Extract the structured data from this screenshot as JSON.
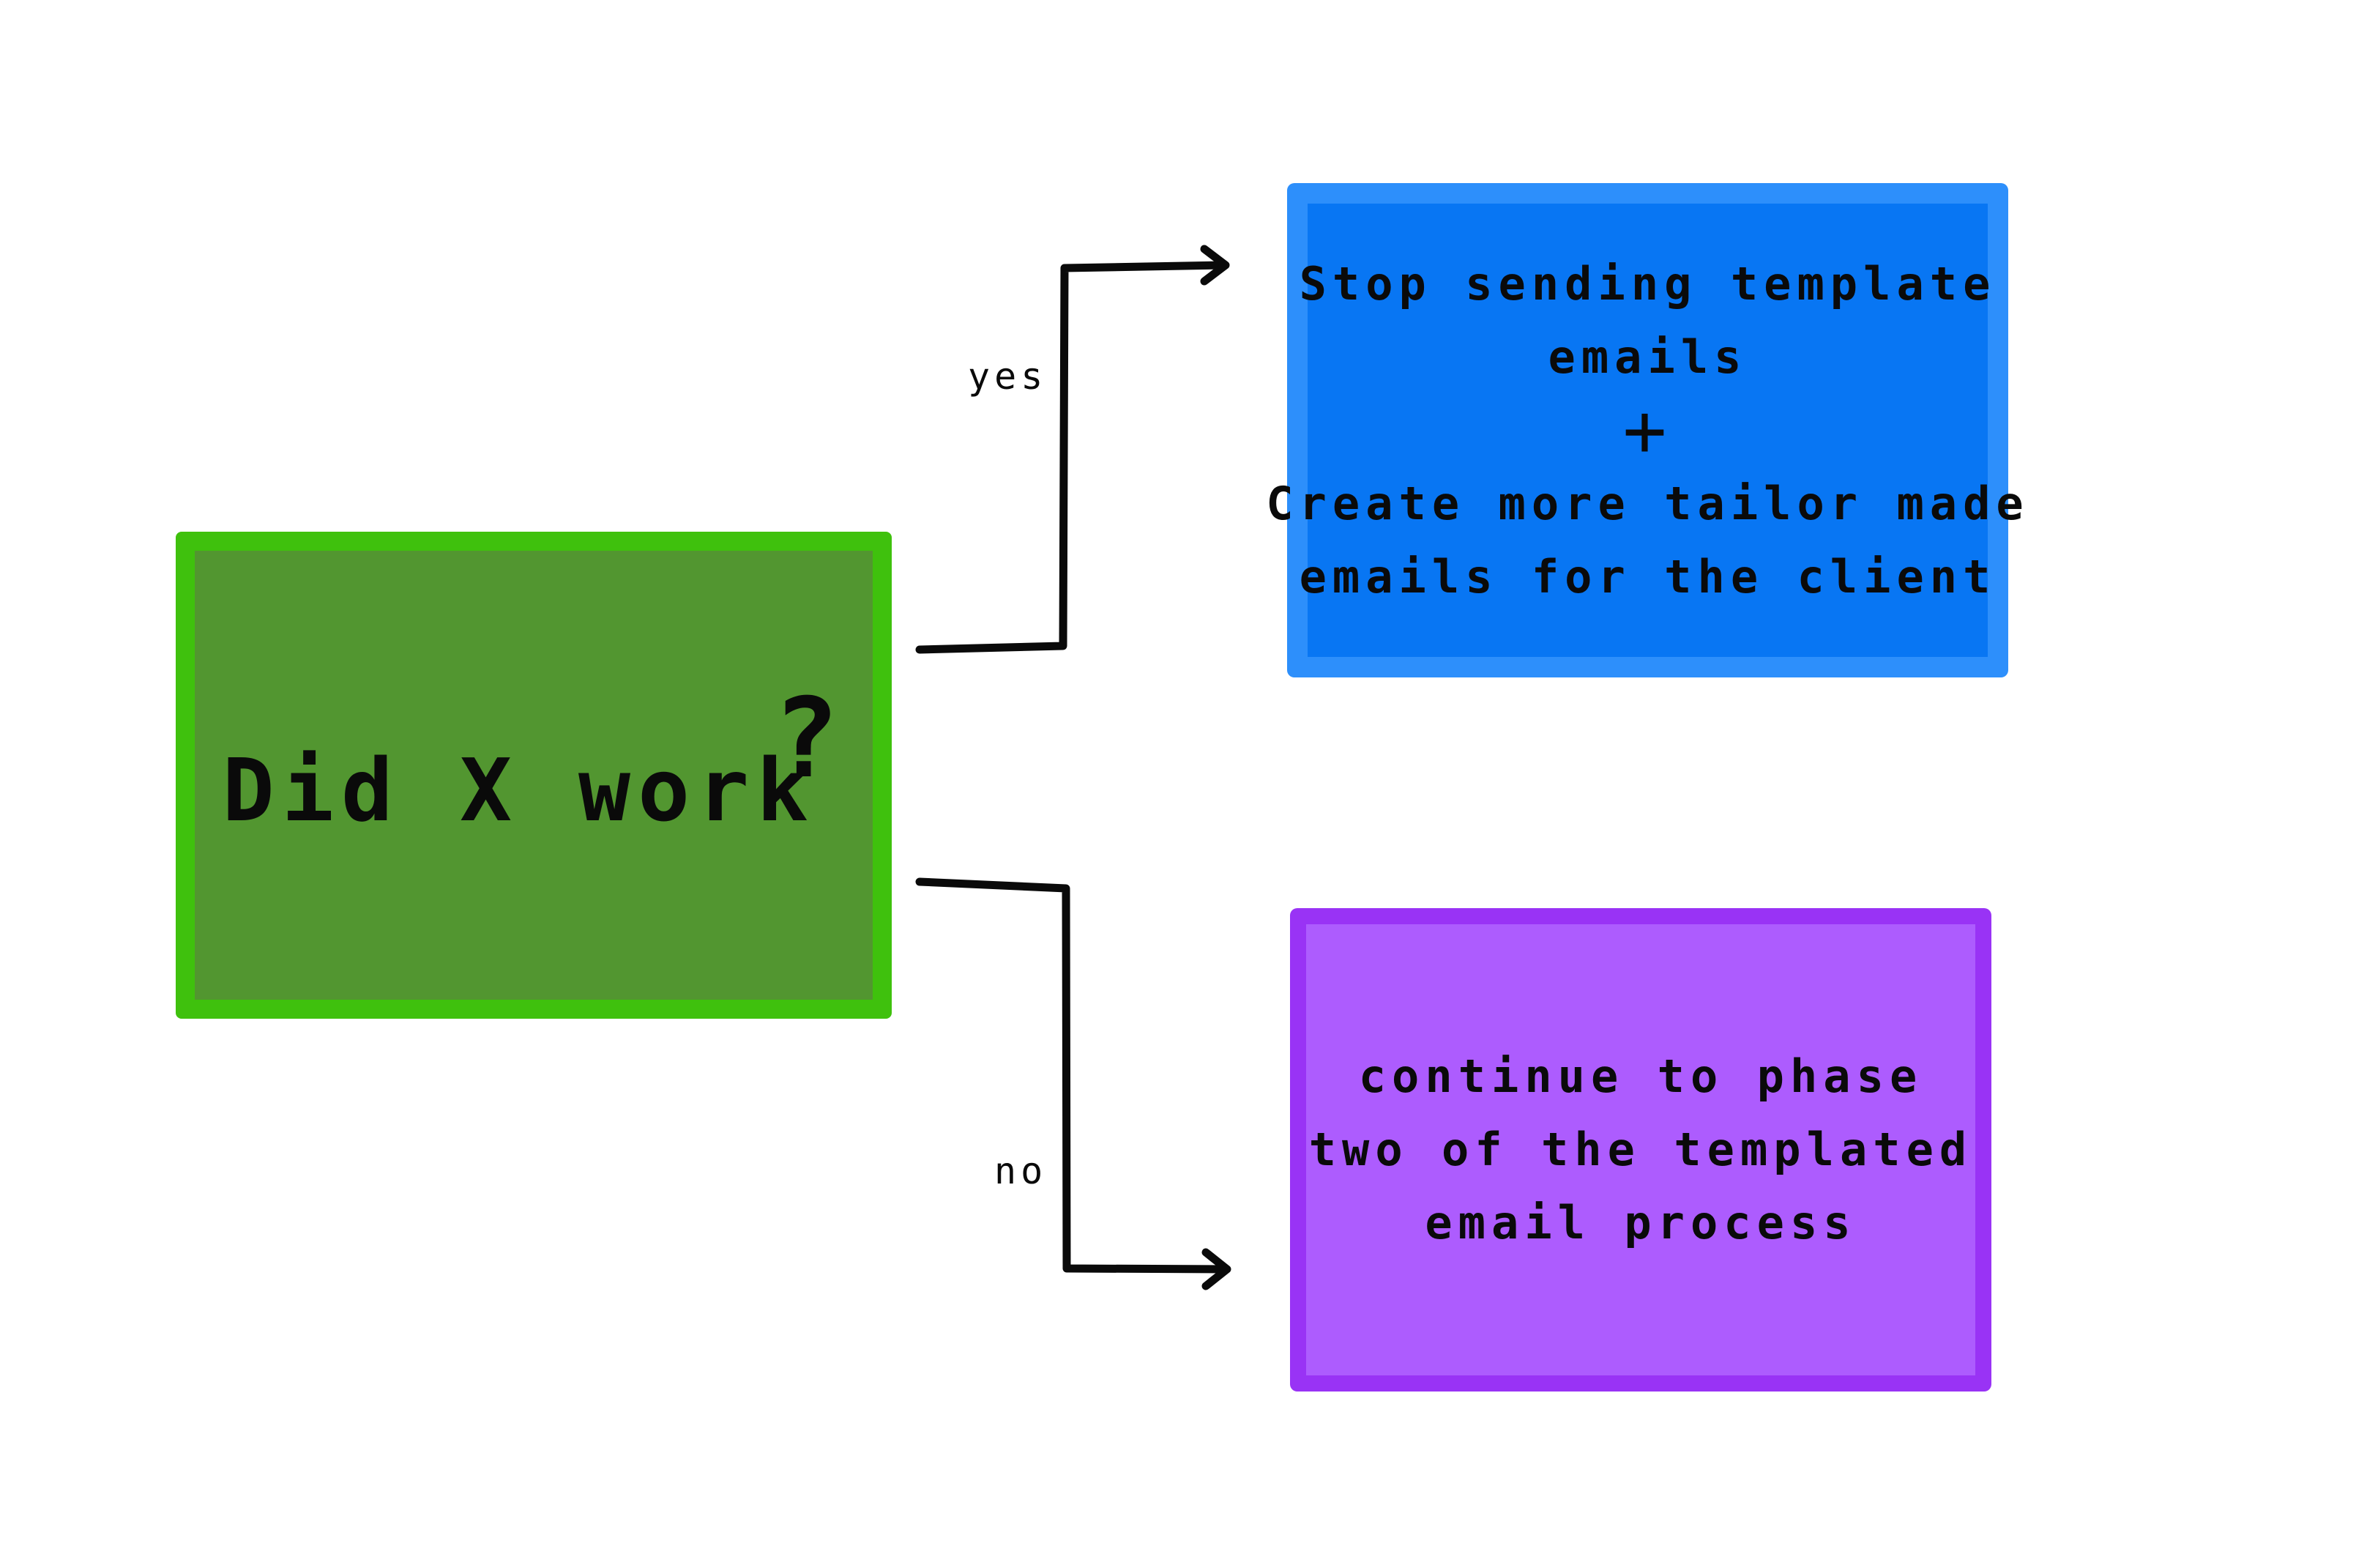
{
  "diagram": {
    "question": {
      "text": "Did X work",
      "mark": "?"
    },
    "yes_box": {
      "lines": [
        "Stop sending template",
        "emails",
        "+",
        "Create more tailor made",
        "emails for the client"
      ]
    },
    "no_box": {
      "lines": [
        "continue to phase",
        "two of the templated",
        "email process"
      ]
    },
    "edges": {
      "yes_label": "yes",
      "no_label": "no"
    },
    "colors": {
      "question_fill": "#529630",
      "question_border": "#3fc10d",
      "yes_fill": "#0876f3",
      "yes_border": "#2d8ffb",
      "no_fill": "#ad5cfe",
      "no_border": "#9933f5",
      "ink": "#0a0a0a"
    }
  }
}
